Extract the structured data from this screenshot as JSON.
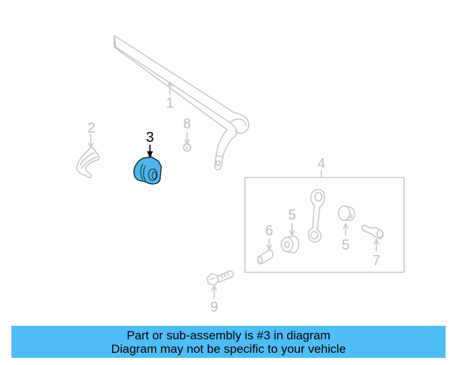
{
  "diagram": {
    "highlighted_part": "3",
    "colors": {
      "highlight_fill": "#4fb3ee",
      "highlight_outline": "#0a2a1a",
      "part_outline": "#c8c8c8",
      "callout_inactive": "#bdbdbd",
      "callout_active": "#000000",
      "banner_bg": "#4fbdf5"
    },
    "callouts": [
      {
        "id": "1",
        "label": "1"
      },
      {
        "id": "2",
        "label": "2"
      },
      {
        "id": "3",
        "label": "3"
      },
      {
        "id": "4",
        "label": "4"
      },
      {
        "id": "5a",
        "label": "5"
      },
      {
        "id": "5b",
        "label": "5"
      },
      {
        "id": "6",
        "label": "6"
      },
      {
        "id": "7",
        "label": "7"
      },
      {
        "id": "8",
        "label": "8"
      },
      {
        "id": "9",
        "label": "9"
      }
    ]
  },
  "banner": {
    "line1": "Part or sub-assembly is #3 in diagram",
    "line2": "Diagram may not be specific to your vehicle"
  }
}
